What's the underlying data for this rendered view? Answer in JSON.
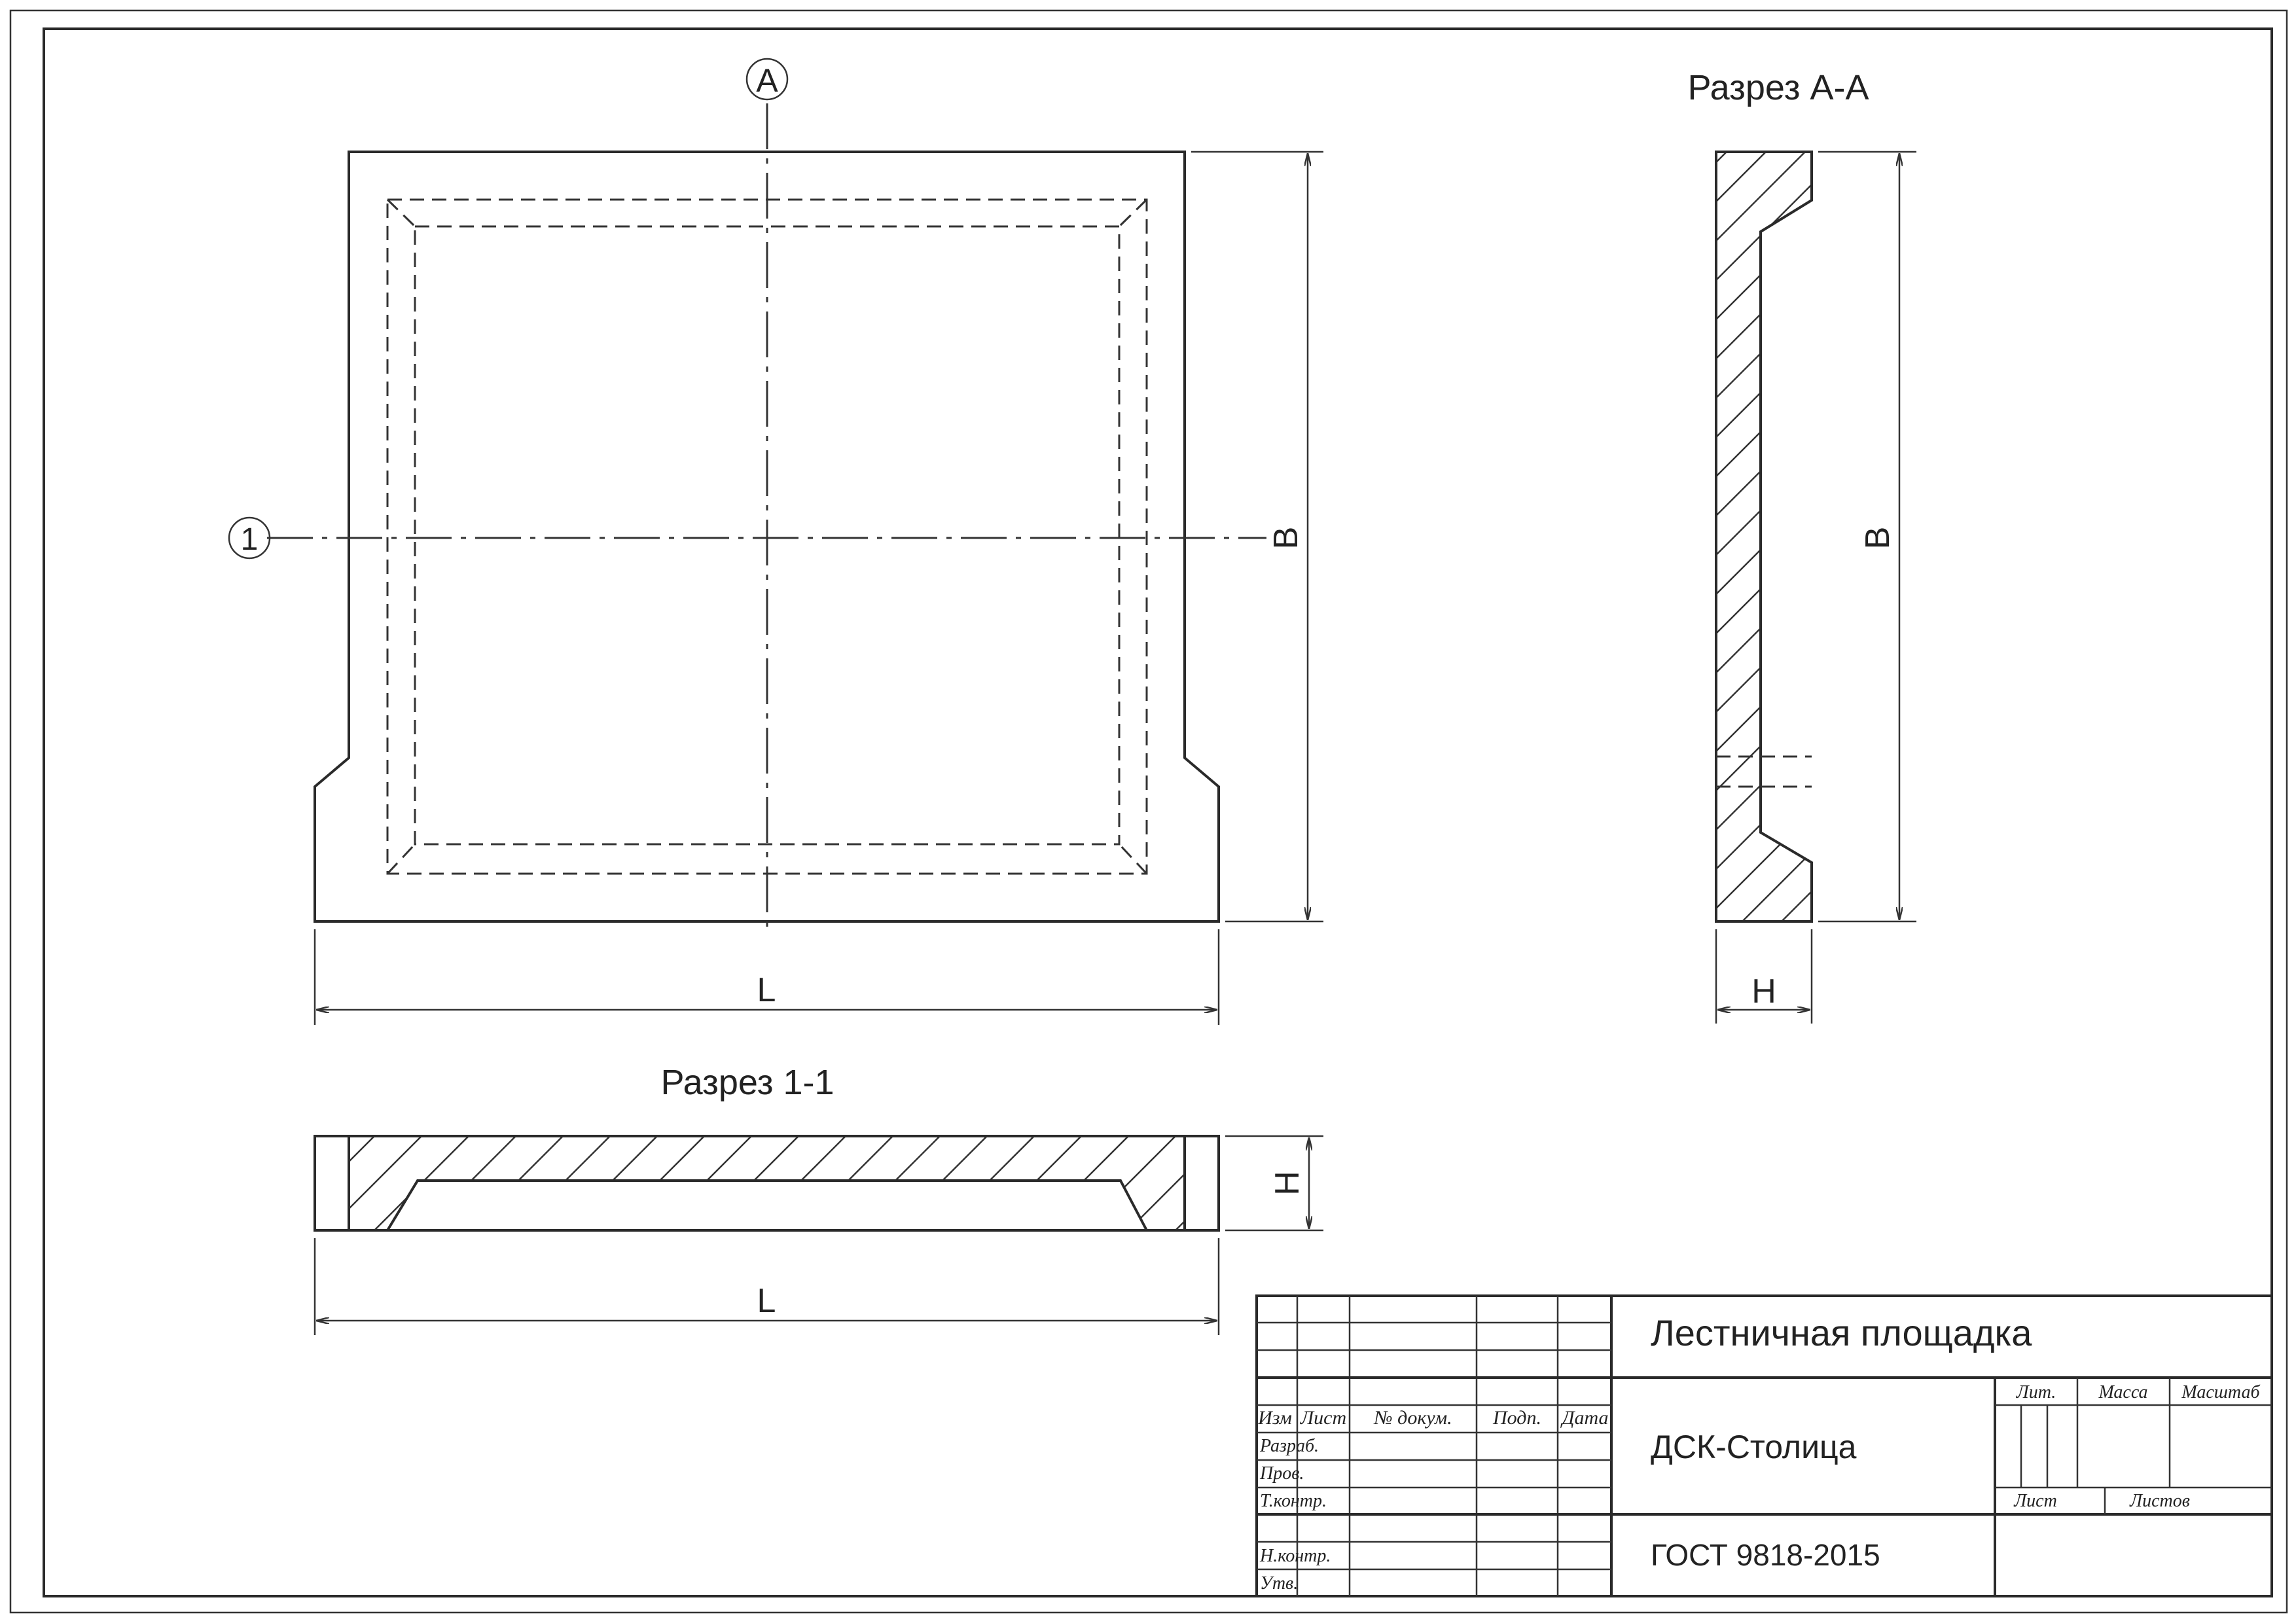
{
  "markers": {
    "axis_a": "A",
    "axis_1": "1"
  },
  "views": {
    "section_aa_title": "Разрез А-А",
    "section_11_title": "Разрез 1-1"
  },
  "dimensions": {
    "length": "L",
    "width": "B",
    "height": "H"
  },
  "title_block": {
    "title": "Лестничная площадка",
    "organization": "ДСК-Столица",
    "standard": "ГОСТ 9818-2015",
    "cols": {
      "izm": "Изм",
      "list": "Лист",
      "doc": "№ докум.",
      "sign": "Подп.",
      "date": "Дата"
    },
    "rows": {
      "razrab": "Разраб.",
      "prov": "Пров.",
      "tkontr": "Т.контр.",
      "nkontr": "Н.контр.",
      "utv": "Утв."
    },
    "right": {
      "lit": "Лит.",
      "massa": "Масса",
      "masshtab": "Масштаб",
      "list": "Лист",
      "listov": "Листов"
    }
  }
}
